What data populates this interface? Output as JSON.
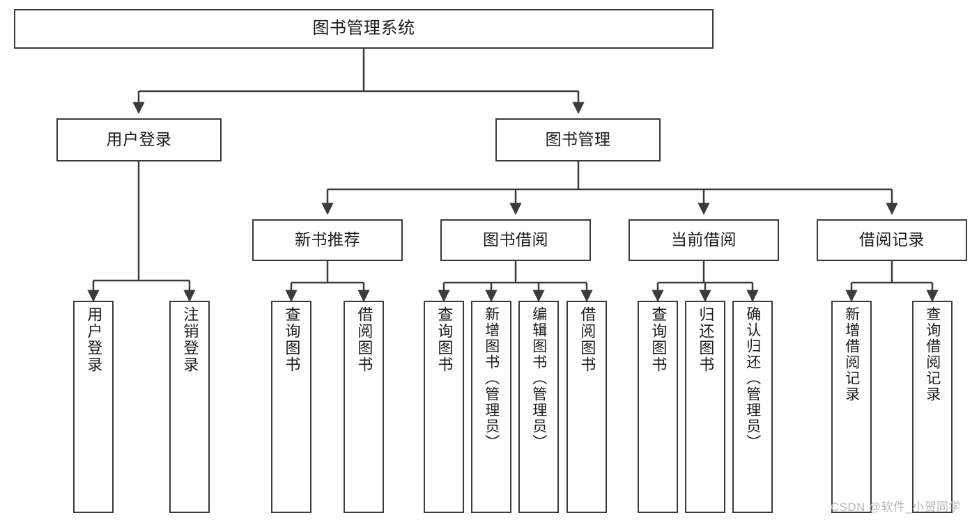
{
  "diagram": {
    "title": "图书管理系统",
    "type": "hierarchy-tree",
    "colors": {
      "box_border": "#3b3b3b",
      "box_fill": "#ffffff",
      "line": "#3b3b3b",
      "text": "#1b1b1b",
      "watermark": "#b9b9b9",
      "background": "#ffffff"
    },
    "root": {
      "label": "图书管理系统"
    },
    "level2": [
      {
        "label": "用户登录"
      },
      {
        "label": "图书管理"
      }
    ],
    "level3": [
      {
        "label": "新书推荐"
      },
      {
        "label": "图书借阅"
      },
      {
        "label": "当前借阅"
      },
      {
        "label": "借阅记录"
      }
    ],
    "leaves": {
      "user_login": [
        {
          "label": "用户登录"
        },
        {
          "label": "注销登录"
        }
      ],
      "new_book_recommend": [
        {
          "label": "查询图书"
        },
        {
          "label": "借阅图书"
        }
      ],
      "book_borrow": [
        {
          "label": "查询图书"
        },
        {
          "label": "新增图书（管理员）"
        },
        {
          "label": "编辑图书（管理员）"
        },
        {
          "label": "借阅图书"
        }
      ],
      "current_borrow": [
        {
          "label": "查询图书"
        },
        {
          "label": "归还图书"
        },
        {
          "label": "确认归还（管理员）"
        }
      ],
      "borrow_record": [
        {
          "label": "新增借阅记录"
        },
        {
          "label": "查询借阅记录"
        }
      ]
    }
  },
  "watermark": {
    "text": "CSDN @软件_小贺同学"
  }
}
